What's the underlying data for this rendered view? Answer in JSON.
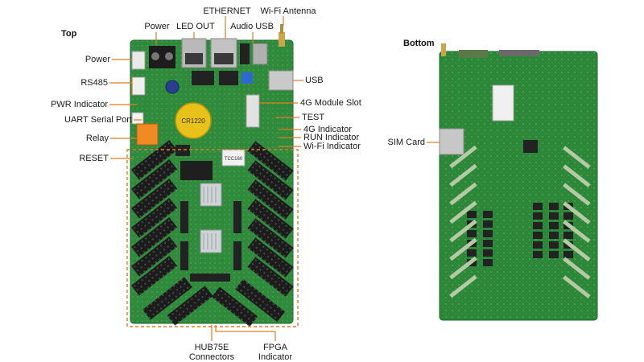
{
  "sections": {
    "top": "Top",
    "bottom": "Bottom"
  },
  "top_labels": {
    "power_top": "Power",
    "led_out": "LED OUT",
    "ethernet": "ETHERNET",
    "audio_usb": "Audio USB",
    "wifi_antenna": "Wi-Fi Antenna",
    "power_left": "Power",
    "rs485": "RS485",
    "pwr_indicator": "PWR Indicator",
    "uart_serial_port": "UART Serial Port",
    "relay": "Relay",
    "reset": "RESET",
    "usb": "USB",
    "module_4g_slot": "4G Module Slot",
    "test": "TEST",
    "indicator_4g": "4G Indicator",
    "run_indicator": "RUN Indicator",
    "wifi_indicator": "Wi-Fi Indicator",
    "hub75e_line1": "HUB75E",
    "hub75e_line2": "Connectors",
    "fpga_line1": "FPGA",
    "fpga_line2": "Indicator"
  },
  "bottom_labels": {
    "sim_card": "SIM Card"
  },
  "board_print": {
    "model": "TCC160",
    "battery": "CR1220"
  },
  "colors": {
    "pcb_green": "#2f8a3c",
    "pcb_dark": "#1f6a2b",
    "callout_orange": "#e07b24",
    "connector_black": "#1c1c1c"
  }
}
